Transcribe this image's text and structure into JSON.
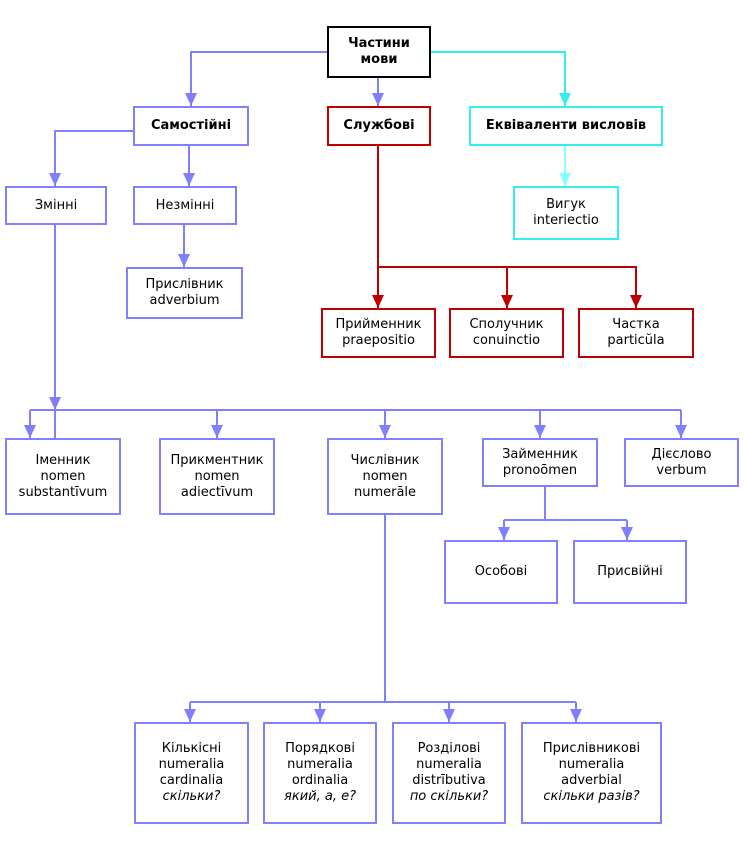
{
  "nodes": {
    "root": [
      "Частини",
      "мови"
    ],
    "samost": [
      "Самостійні"
    ],
    "sluzh": [
      "Службові"
    ],
    "ekviv": [
      "Еквіваленти висловів"
    ],
    "zminni": [
      "Змінні"
    ],
    "nezminni": [
      "Незмінні"
    ],
    "vyguk": [
      "Вигук",
      "interiectio"
    ],
    "prysl": [
      "Прислівник",
      "adverbium"
    ],
    "prye": [
      "Прийменник",
      "praepositio"
    ],
    "spol": [
      "Сполучник",
      "conuinctio"
    ],
    "chast": [
      "Частка",
      "particŭla"
    ],
    "imen": [
      "Іменник",
      "nomen",
      "substantīvum"
    ],
    "prykm": [
      "Прикментник",
      "nomen",
      "adiectīvum"
    ],
    "chysl": [
      "Числівник",
      "nomen",
      "numerāle"
    ],
    "zaim": [
      "Займенник",
      "pronoōmen"
    ],
    "dies": [
      "Дієслово",
      "verbum"
    ],
    "osob": [
      "Особові"
    ],
    "prysv": [
      "Присвійні"
    ],
    "kilk": [
      "Кількісні",
      "numeralia",
      "cardinalia",
      "скільки?"
    ],
    "por": [
      "Порядкові",
      "numeralia",
      "ordinalia",
      "який, а, е?"
    ],
    "rozd": [
      "Розділові",
      "numeralia",
      "distrībutiva",
      "по скільки?"
    ],
    "prysn": [
      "Прислівникові",
      "numeralia",
      "adverbial",
      "скільки разів?"
    ]
  },
  "colors": {
    "purple": "#8080ff",
    "red": "#c00000",
    "cyan": "#33eeee"
  }
}
